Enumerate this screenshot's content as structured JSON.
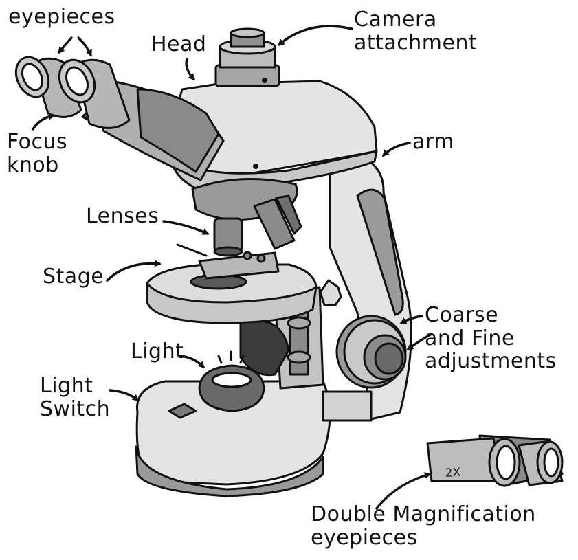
{
  "labels": {
    "eyepieces": "eyepieces",
    "head": "Head",
    "camera": "Camera\nattachment",
    "focus": "Focus\nknob",
    "arm": "arm",
    "lenses": "Lenses",
    "stage": "Stage",
    "coarse": "Coarse\nand Fine\nadjustments",
    "light": "Light",
    "switch": "Light\nSwitch",
    "double": "Double Magnification\neyepieces"
  },
  "eyepiece_tag": "2X",
  "colors": {
    "ink": "#111111",
    "body_light": "#e4e4e4",
    "body_mid": "#b9b9b9",
    "body_dark": "#7d7d7d",
    "body_darker": "#5a5a5a",
    "shadow": "#3c3c3c"
  }
}
